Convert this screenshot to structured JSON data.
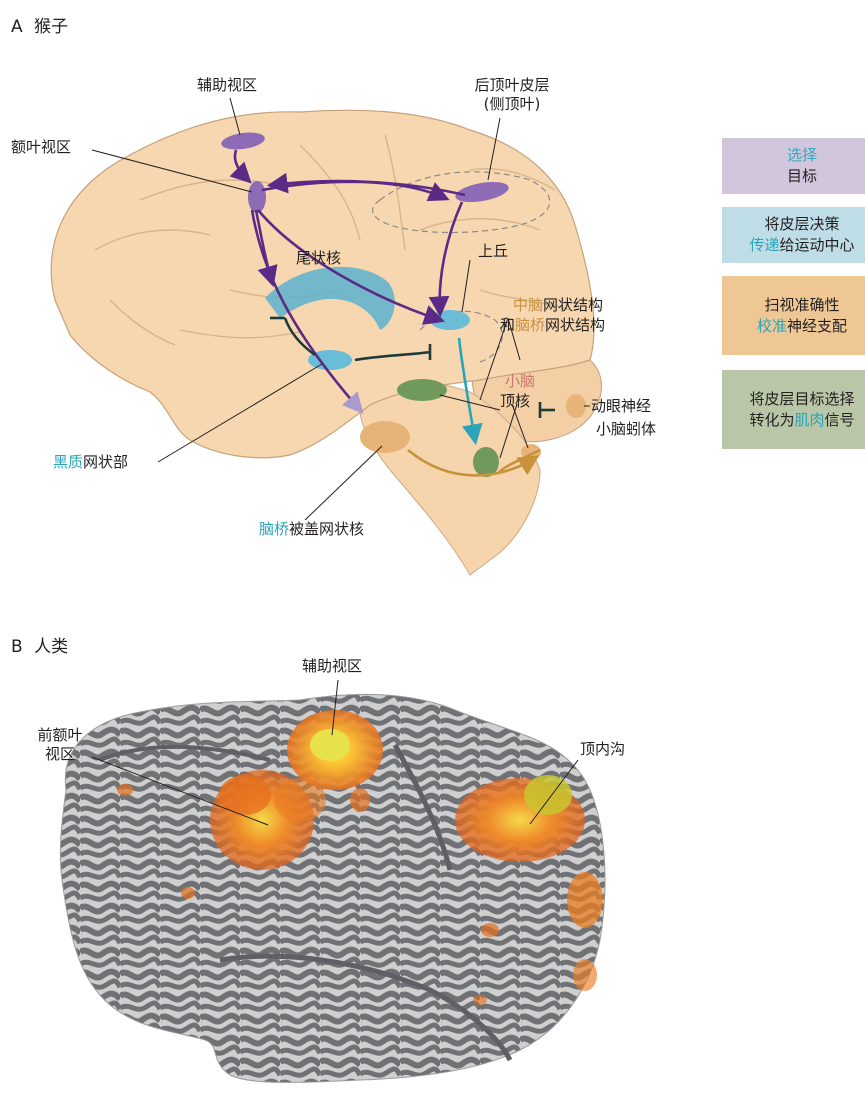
{
  "panelA": {
    "title_letter": "A",
    "title": "猴子",
    "labels": {
      "sef": "辅助视区",
      "fef": "额叶视区",
      "lip_1": "后顶叶皮层",
      "lip_2": "(侧顶叶)",
      "caudate": "尾状核",
      "sc": "上丘",
      "mrf_1a": "中脑",
      "mrf_1b": "网状结构",
      "mrf_2a": "和",
      "mrf_2b": "脑桥",
      "mrf_2c": "网状结构",
      "cb_1": "小脑",
      "cb_2": "顶核",
      "ocular_1": "动眼神经",
      "ocular_2": "小脑蚓体",
      "snr_a": "黑质",
      "snr_b": "网状部",
      "nrtp_a": "脑桥",
      "nrtp_b": "被盖网状核"
    }
  },
  "legend": [
    {
      "line1_hl": "选择",
      "line1": "",
      "line2": "目标",
      "bg": "#d1c6dc",
      "hl": "#3aa6bd"
    },
    {
      "line1_hl": "",
      "line1": "将皮层决策",
      "line2_hl": "传递",
      "line2": "给运动中心",
      "bg": "#bfdde6",
      "hl": "#2aa4b8"
    },
    {
      "line1": "扫视准确性",
      "line2_hl": "校准",
      "line2": "神经支配",
      "bg": "#efc795",
      "hl": "#2aa4b8"
    },
    {
      "line1": "将皮层目标选择",
      "line2": "转化为",
      "line2_hl": "肌肉",
      "line2_end": "信号",
      "bg": "#b9c6a7",
      "hl": "#2aa4b8"
    }
  ],
  "panelB": {
    "title_letter": "B",
    "title": "人类",
    "labels": {
      "sef": "辅助视区",
      "pfef_1": "前额叶",
      "pfef_2": "视区",
      "ips": "顶内沟"
    }
  },
  "colors": {
    "brain": "#f7d7b0",
    "purple": "#5b2a86",
    "teal": "#2aa4b8",
    "orange": "#c8923c",
    "dark": "#1e3a3a"
  }
}
